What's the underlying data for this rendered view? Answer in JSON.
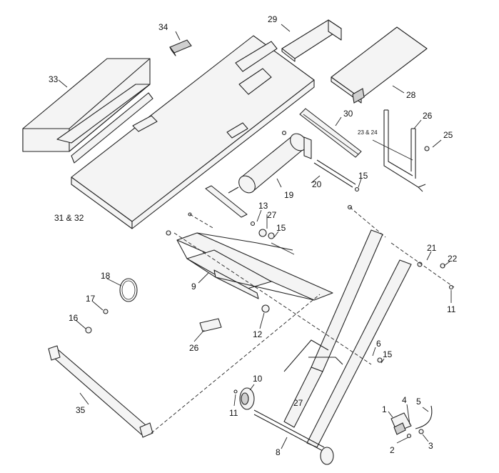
{
  "callouts": [
    {
      "id": "c34",
      "text": "34"
    },
    {
      "id": "c29",
      "text": "29"
    },
    {
      "id": "c33",
      "text": "33"
    },
    {
      "id": "c28",
      "text": "28"
    },
    {
      "id": "c30",
      "text": "30"
    },
    {
      "id": "c26a",
      "text": "26"
    },
    {
      "id": "c25",
      "text": "25"
    },
    {
      "id": "c2324",
      "text": "23 & 24"
    },
    {
      "id": "c15a",
      "text": "15"
    },
    {
      "id": "c20",
      "text": "20"
    },
    {
      "id": "c19",
      "text": "19"
    },
    {
      "id": "c3132",
      "text": "31 & 32"
    },
    {
      "id": "c13",
      "text": "13"
    },
    {
      "id": "c27a",
      "text": "27"
    },
    {
      "id": "c15b",
      "text": "15"
    },
    {
      "id": "c21",
      "text": "21"
    },
    {
      "id": "c22",
      "text": "22"
    },
    {
      "id": "c18",
      "text": "18"
    },
    {
      "id": "c9",
      "text": "9"
    },
    {
      "id": "c11a",
      "text": "11"
    },
    {
      "id": "c17",
      "text": "17"
    },
    {
      "id": "c16",
      "text": "16"
    },
    {
      "id": "c12",
      "text": "12"
    },
    {
      "id": "c26b",
      "text": "26"
    },
    {
      "id": "c6",
      "text": "6"
    },
    {
      "id": "c15c",
      "text": "15"
    },
    {
      "id": "c10",
      "text": "10"
    },
    {
      "id": "c35",
      "text": "35"
    },
    {
      "id": "c27b",
      "text": "27"
    },
    {
      "id": "c11b",
      "text": "11"
    },
    {
      "id": "c4",
      "text": "4"
    },
    {
      "id": "c5",
      "text": "5"
    },
    {
      "id": "c1",
      "text": "1"
    },
    {
      "id": "c8",
      "text": "8"
    },
    {
      "id": "c2",
      "text": "2"
    },
    {
      "id": "c3",
      "text": "3"
    }
  ]
}
